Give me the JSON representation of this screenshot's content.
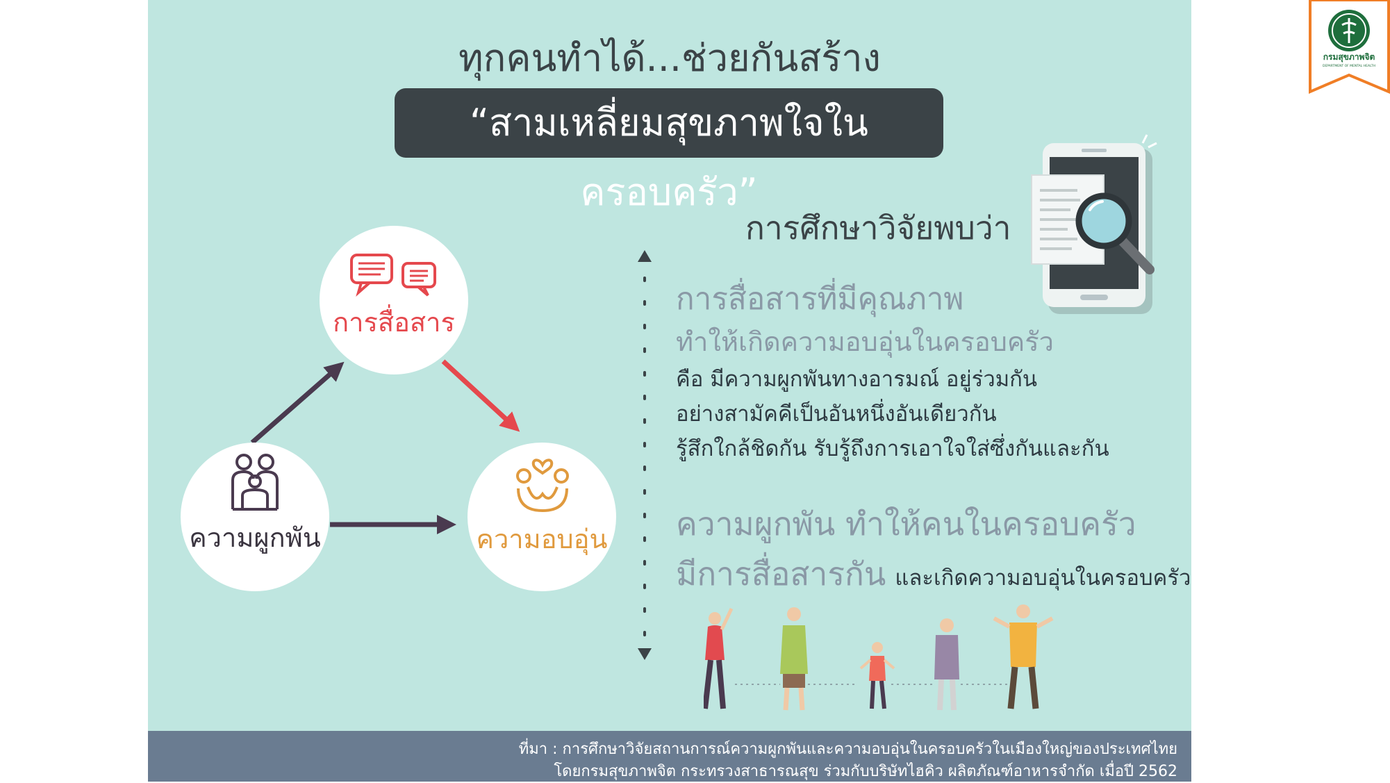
{
  "title": {
    "line1": "ทุกคนทำได้...ช่วยกันสร้าง",
    "line2": "“สามเหลี่ยมสุขภาพใจในครอบครัว”"
  },
  "diagram": {
    "communication": "การสื่อสาร",
    "bonding": "ความผูกพัน",
    "warmth": "ความอบอุ่น"
  },
  "research": {
    "heading": "การศึกษาวิจัยพบว่า",
    "finding1": {
      "title": "การสื่อสารที่มีคุณภาพ",
      "subtitle": "ทำให้เกิดความอบอุ่นในครอบครัว",
      "details": [
        "คือ มีความผูกพันทางอารมณ์ อยู่ร่วมกัน",
        "อย่างสามัคคีเป็นอันหนึ่งอันเดียวกัน",
        "รู้สึกใกล้ชิดกัน รับรู้ถึงการเอาใจใส่ซึ่งกันและกัน"
      ]
    },
    "finding2": {
      "line1": "ความผูกพัน ทำให้คนในครอบครัว",
      "line2_big": "มีการสื่อสารกัน",
      "line2_small": "และเกิดความอบอุ่นในครอบครัว"
    }
  },
  "source": {
    "line1": "ที่มา : การศึกษาวิจัยสถานการณ์ความผูกพันและความอบอุ่นในครอบครัวในเมืองใหญ่ของประเทศไทย",
    "line2": "โดยกรมสุขภาพจิต กระทรวงสาธารณสุข ร่วมกับบริษัทไฮคิว ผลิตภัณฑ์อาหารจำกัด เมื่อปี 2562"
  },
  "logo": {
    "text": "กรมสุขภาพจิต",
    "subtext": "DEPARTMENT OF MENTAL HEALTH"
  },
  "colors": {
    "background": "#bfe6e0",
    "dark": "#3b4347",
    "communication": "#e5484d",
    "warmth": "#e09a3e",
    "bonding": "#4a3a4f",
    "source_bar": "#6a7c91",
    "logo_green": "#1e6e3c",
    "logo_orange": "#f07e26"
  }
}
